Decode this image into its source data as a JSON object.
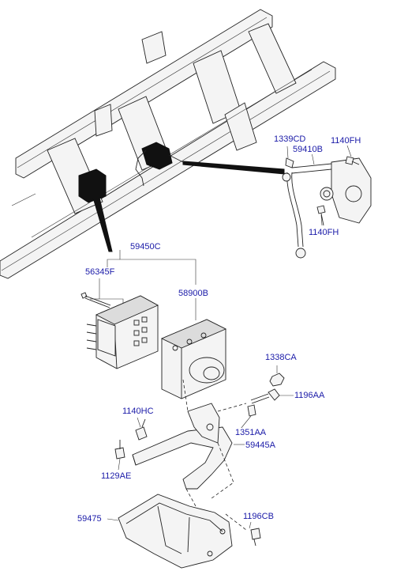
{
  "diagram": {
    "colors": {
      "label": "#1a1aa8",
      "line": "#222222",
      "part_fill": "#f4f4f4"
    },
    "labels": {
      "p1339cd": "1339CD",
      "p59410b": "59410B",
      "p1140fh_top": "1140FH",
      "p1140fh_bot": "1140FH",
      "p59450c": "59450C",
      "p56345f": "56345F",
      "p58900b": "58900B",
      "p1338ca": "1338CA",
      "p1196aa": "1196AA",
      "p1140hc": "1140HC",
      "p1351aa": "1351AA",
      "p59445a": "59445A",
      "p1129ae": "1129AE",
      "p59475": "59475",
      "p1196cb": "1196CB"
    }
  }
}
